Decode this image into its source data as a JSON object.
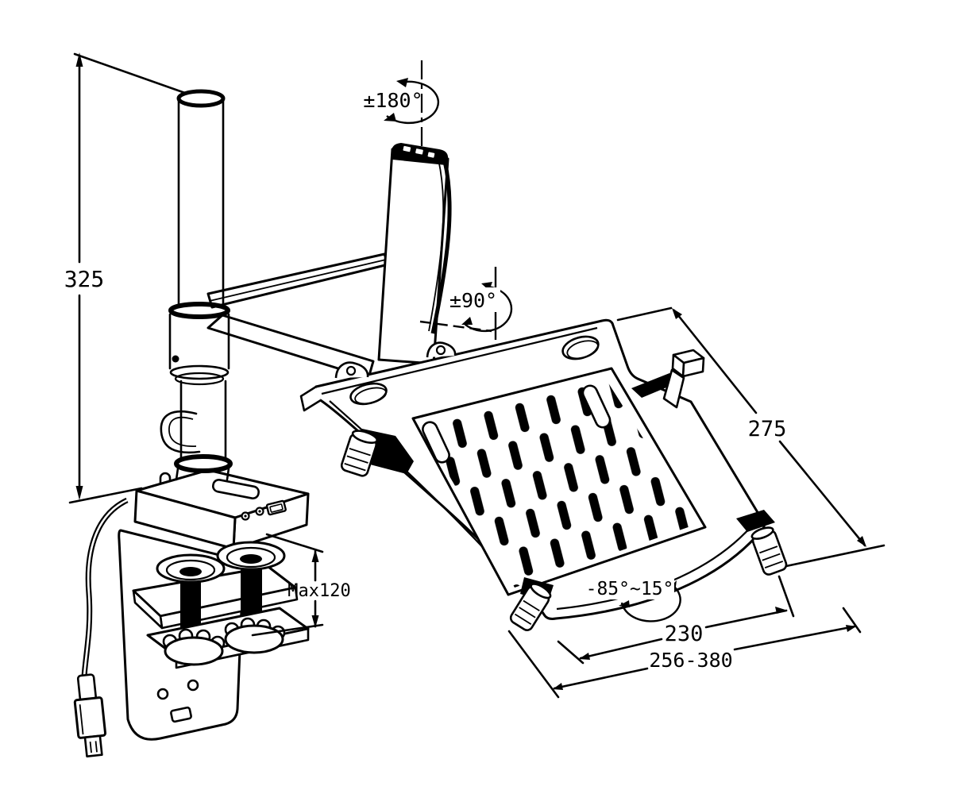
{
  "drawing": {
    "background_color": "#ffffff",
    "line_color": "#000000",
    "labels": {
      "pole_height": "325",
      "clamp_capacity": "Max120",
      "rotation_top": "±180°",
      "rotation_arm": "±90°",
      "tilt_range": "-85°~15°",
      "tray_depth": "275",
      "tray_width": "230",
      "tray_width_range": "256-380"
    }
  }
}
